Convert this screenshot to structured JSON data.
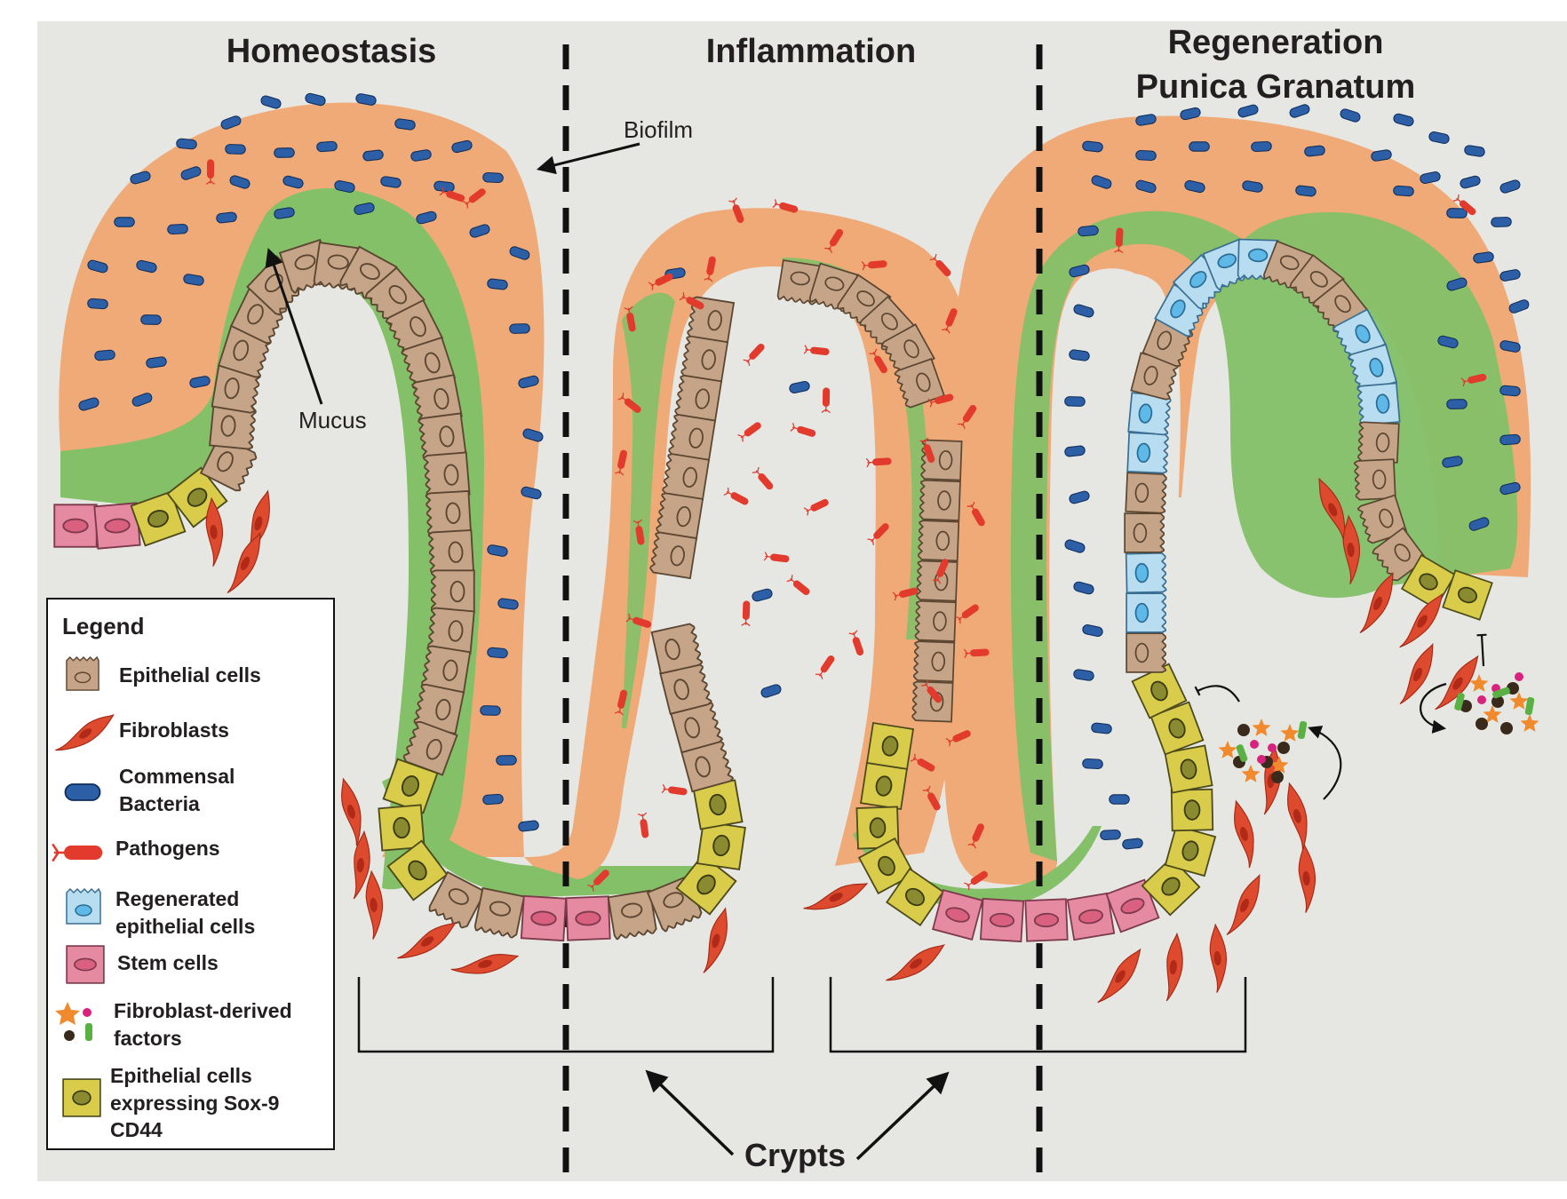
{
  "headers": {
    "homeostasis": "Homeostasis",
    "inflammation": "Inflammation",
    "regeneration_line1": "Regeneration",
    "regeneration_line2": "Punica Granatum"
  },
  "labels": {
    "biofilm": "Biofilm",
    "mucus": "Mucus",
    "crypts": "Crypts"
  },
  "legend": {
    "title": "Legend",
    "items": [
      {
        "icon": "epithelial-cell-icon",
        "lines": [
          "Epithelial cells"
        ]
      },
      {
        "icon": "fibroblast-icon",
        "lines": [
          "Fibroblasts"
        ]
      },
      {
        "icon": "commensal-bacteria-icon",
        "lines": [
          "Commensal",
          "Bacteria"
        ]
      },
      {
        "icon": "pathogen-icon",
        "lines": [
          "Pathogens"
        ]
      },
      {
        "icon": "regenerated-epithelial-cell-icon",
        "lines": [
          "Regenerated",
          "epithelial cells"
        ]
      },
      {
        "icon": "stem-cell-icon",
        "lines": [
          "Stem cells"
        ]
      },
      {
        "icon": "fibroblast-factors-icon",
        "lines": [
          "Fibroblast-derived",
          "factors"
        ]
      },
      {
        "icon": "sox9-cell-icon",
        "lines": [
          "Epithelial cells",
          "expressing Sox-9",
          "CD44"
        ]
      }
    ]
  },
  "colors": {
    "background": "#e6e7e3",
    "biofilm": "#efaa78",
    "mucus": "#84c068",
    "epithelial": "#c6a488",
    "stem": "#e58aa0",
    "sox9": "#d8cc4a",
    "regenerated": "#b8dcf0",
    "commensal": "#2d5fa6",
    "pathogen": "#e23a2c",
    "fibroblast": "#de4a2e"
  }
}
